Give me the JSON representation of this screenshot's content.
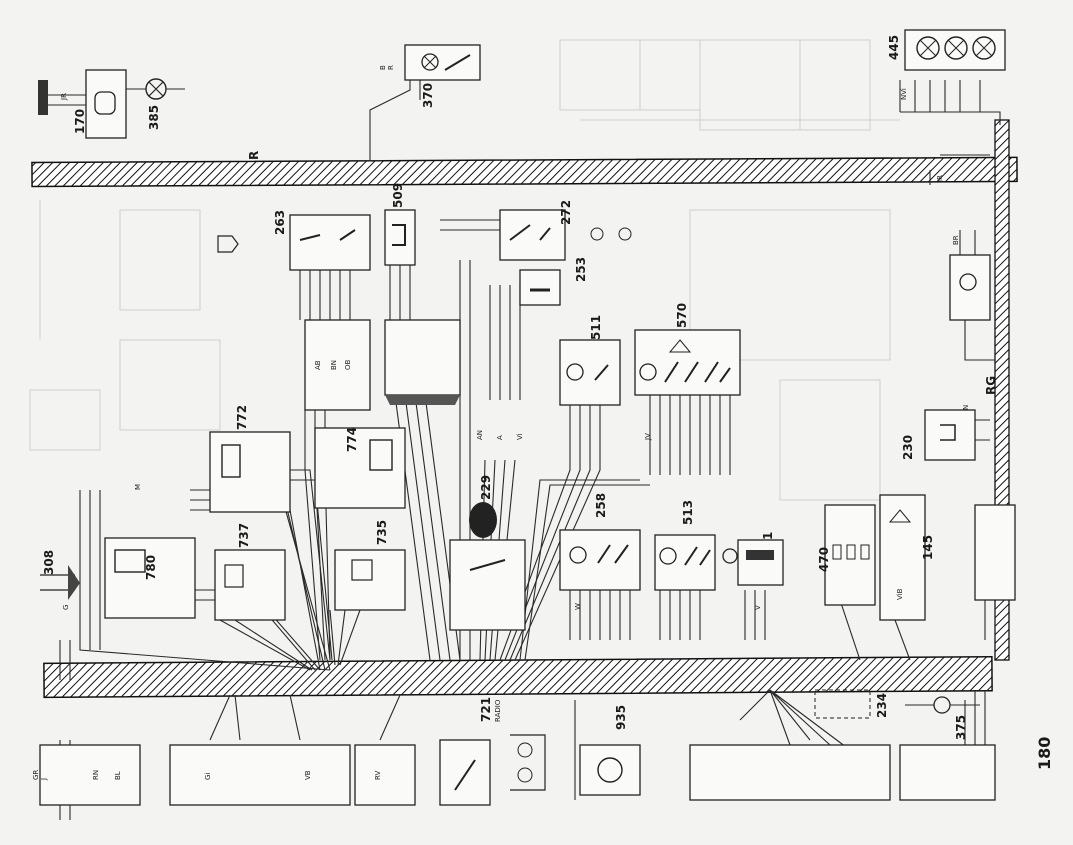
{
  "page_number": "180",
  "bundles": {
    "main": "R",
    "right": "RG"
  },
  "components": [
    {
      "id": "c170",
      "code": "170"
    },
    {
      "id": "c385",
      "code": "385"
    },
    {
      "id": "c370",
      "code": "370"
    },
    {
      "id": "c445",
      "code": "445"
    },
    {
      "id": "c263",
      "code": "263"
    },
    {
      "id": "c509",
      "code": "509"
    },
    {
      "id": "c272",
      "code": "272"
    },
    {
      "id": "c253",
      "code": "253"
    },
    {
      "id": "c511",
      "code": "511"
    },
    {
      "id": "c570",
      "code": "570"
    },
    {
      "id": "c772",
      "code": "772"
    },
    {
      "id": "c774",
      "code": "774"
    },
    {
      "id": "c229",
      "code": "229"
    },
    {
      "id": "c308",
      "code": "308"
    },
    {
      "id": "c780",
      "code": "780"
    },
    {
      "id": "c737",
      "code": "737"
    },
    {
      "id": "c735",
      "code": "735"
    },
    {
      "id": "c258",
      "code": "258"
    },
    {
      "id": "c513",
      "code": "513"
    },
    {
      "id": "c1",
      "code": "1"
    },
    {
      "id": "c470",
      "code": "470"
    },
    {
      "id": "c145",
      "code": "145"
    },
    {
      "id": "c230",
      "code": "230"
    },
    {
      "id": "c721",
      "code": "721"
    },
    {
      "id": "c935",
      "code": "935"
    },
    {
      "id": "c234",
      "code": "234"
    },
    {
      "id": "c375",
      "code": "375"
    }
  ],
  "notes": {
    "radio": "RADIO"
  },
  "wire_codes": [
    "JR",
    "R",
    "B",
    "N",
    "AN",
    "A",
    "Vi",
    "V",
    "BR",
    "GR",
    "RN",
    "VB",
    "AB",
    "Gi",
    "BL",
    "M",
    "G",
    "J",
    "JV",
    "NVi",
    "RV",
    "BN",
    "OB",
    "ViB",
    "W"
  ]
}
